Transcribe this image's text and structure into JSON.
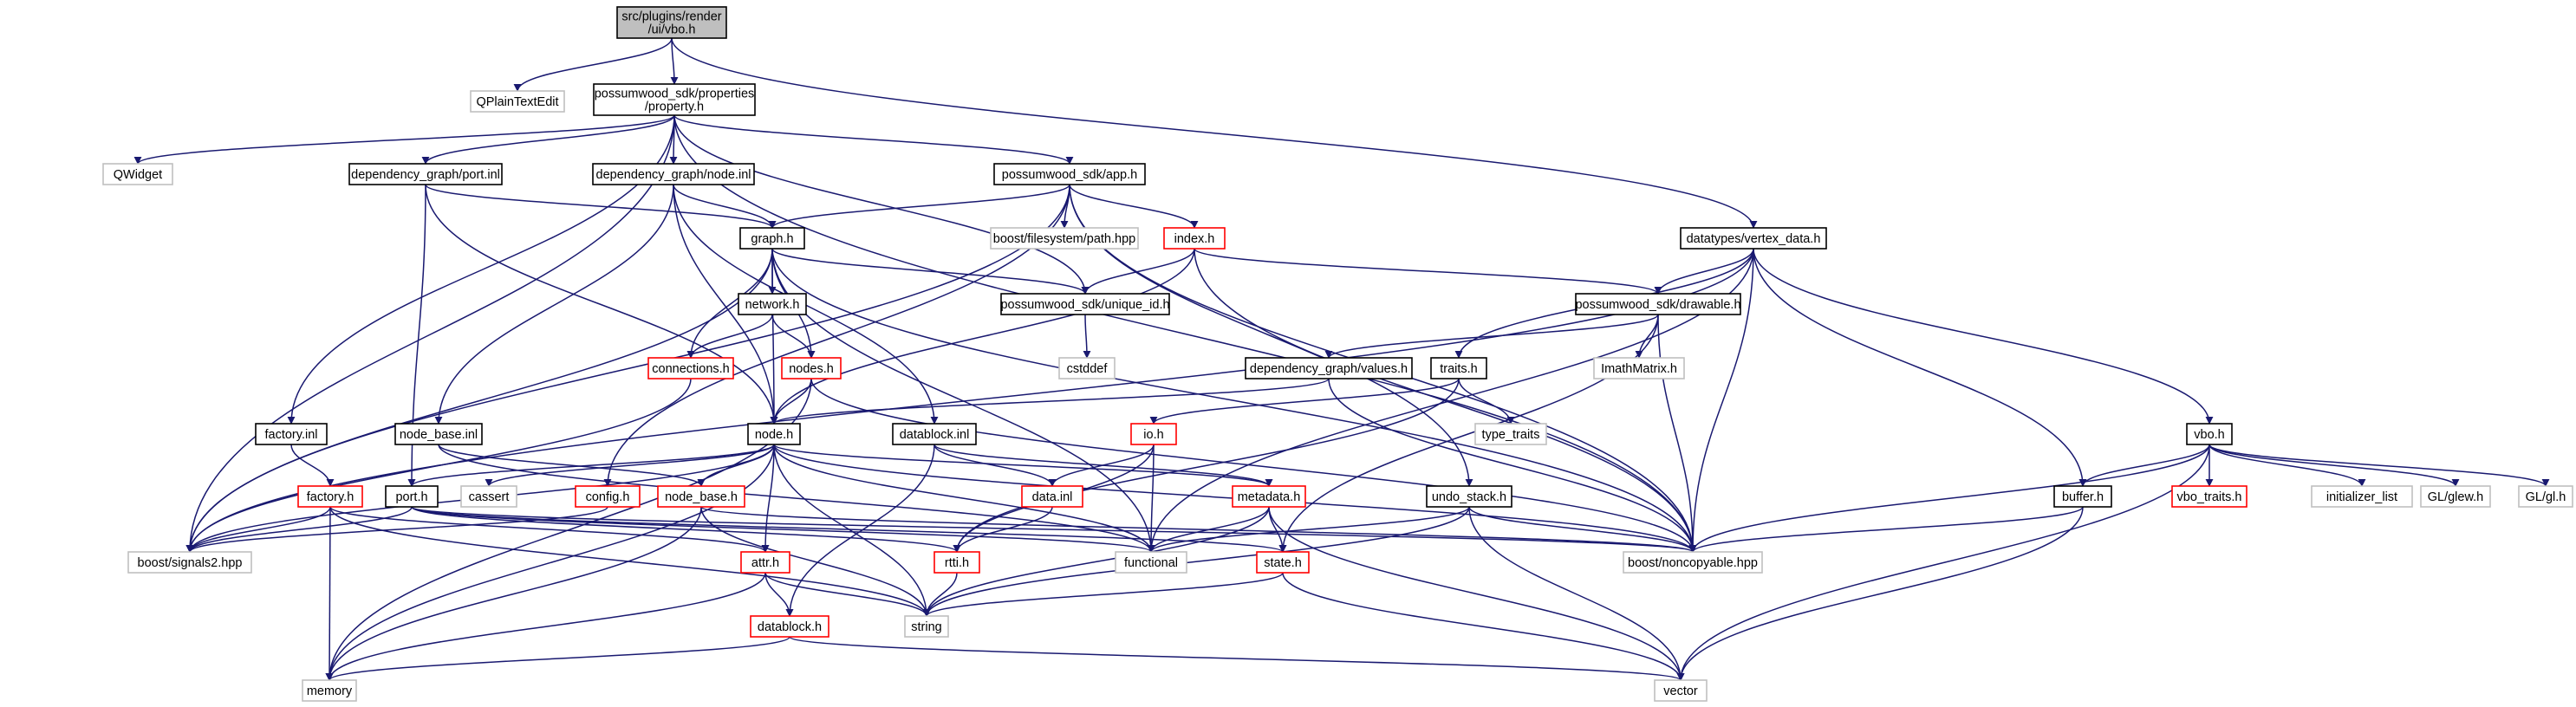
{
  "colors": {
    "normal_border": "#000000",
    "unresolved_border": "#bfbfbf",
    "incomplete_border": "#ff0000",
    "root_fill": "#bfbfbf",
    "edge": "#191970",
    "arrowhead": "#191970"
  },
  "nodes": [
    {
      "id": "root",
      "kind": "root",
      "lines": [
        "src/plugins/render",
        "/ui/vbo.h"
      ]
    },
    {
      "id": "qplaintextedit",
      "kind": "unresolved",
      "lines": [
        "QPlainTextEdit"
      ]
    },
    {
      "id": "property_h",
      "kind": "normal",
      "lines": [
        "possumwood_sdk/properties",
        "/property.h"
      ]
    },
    {
      "id": "qwidget",
      "kind": "unresolved",
      "lines": [
        "QWidget"
      ]
    },
    {
      "id": "port_inl",
      "kind": "normal",
      "lines": [
        "dependency_graph/port.inl"
      ]
    },
    {
      "id": "node_inl",
      "kind": "normal",
      "lines": [
        "dependency_graph/node.inl"
      ]
    },
    {
      "id": "app_h",
      "kind": "normal",
      "lines": [
        "possumwood_sdk/app.h"
      ]
    },
    {
      "id": "graph_h",
      "kind": "normal",
      "lines": [
        "graph.h"
      ]
    },
    {
      "id": "fs_path",
      "kind": "unresolved",
      "lines": [
        "boost/filesystem/path.hpp"
      ]
    },
    {
      "id": "index_h",
      "kind": "incomplete",
      "lines": [
        "index.h"
      ]
    },
    {
      "id": "vertex_data_h",
      "kind": "normal",
      "lines": [
        "datatypes/vertex_data.h"
      ]
    },
    {
      "id": "network_h",
      "kind": "normal",
      "lines": [
        "network.h"
      ]
    },
    {
      "id": "unique_id_h",
      "kind": "normal",
      "lines": [
        "possumwood_sdk/unique_id.h"
      ]
    },
    {
      "id": "drawable_h",
      "kind": "normal",
      "lines": [
        "possumwood_sdk/drawable.h"
      ]
    },
    {
      "id": "cstddef",
      "kind": "unresolved",
      "lines": [
        "cstddef"
      ]
    },
    {
      "id": "imath",
      "kind": "unresolved",
      "lines": [
        "ImathMatrix.h"
      ]
    },
    {
      "id": "connections_h",
      "kind": "incomplete",
      "lines": [
        "connections.h"
      ]
    },
    {
      "id": "nodes_h",
      "kind": "incomplete",
      "lines": [
        "nodes.h"
      ]
    },
    {
      "id": "values_h",
      "kind": "normal",
      "lines": [
        "dependency_graph/values.h"
      ]
    },
    {
      "id": "traits_h",
      "kind": "normal",
      "lines": [
        "traits.h"
      ]
    },
    {
      "id": "type_traits",
      "kind": "unresolved",
      "lines": [
        "type_traits"
      ]
    },
    {
      "id": "factory_inl",
      "kind": "normal",
      "lines": [
        "factory.inl"
      ]
    },
    {
      "id": "node_base_inl",
      "kind": "normal",
      "lines": [
        "node_base.inl"
      ]
    },
    {
      "id": "node_h",
      "kind": "normal",
      "lines": [
        "node.h"
      ]
    },
    {
      "id": "datablock_inl",
      "kind": "normal",
      "lines": [
        "datablock.inl"
      ]
    },
    {
      "id": "io_h",
      "kind": "incomplete",
      "lines": [
        "io.h"
      ]
    },
    {
      "id": "vbo_h",
      "kind": "normal",
      "lines": [
        "vbo.h"
      ]
    },
    {
      "id": "factory_h",
      "kind": "incomplete",
      "lines": [
        "factory.h"
      ]
    },
    {
      "id": "port_h",
      "kind": "normal",
      "lines": [
        "port.h"
      ]
    },
    {
      "id": "cassert",
      "kind": "unresolved",
      "lines": [
        "cassert"
      ]
    },
    {
      "id": "config_h",
      "kind": "incomplete",
      "lines": [
        "config.h"
      ]
    },
    {
      "id": "node_base_h",
      "kind": "incomplete",
      "lines": [
        "node_base.h"
      ]
    },
    {
      "id": "data_inl",
      "kind": "incomplete",
      "lines": [
        "data.inl"
      ]
    },
    {
      "id": "metadata_h",
      "kind": "incomplete",
      "lines": [
        "metadata.h"
      ]
    },
    {
      "id": "undo_stack_h",
      "kind": "normal",
      "lines": [
        "undo_stack.h"
      ]
    },
    {
      "id": "buffer_h",
      "kind": "normal",
      "lines": [
        "buffer.h"
      ]
    },
    {
      "id": "vbo_traits_h",
      "kind": "incomplete",
      "lines": [
        "vbo_traits.h"
      ]
    },
    {
      "id": "init_list",
      "kind": "unresolved",
      "lines": [
        "initializer_list"
      ]
    },
    {
      "id": "gl_glew",
      "kind": "unresolved",
      "lines": [
        "GL/glew.h"
      ]
    },
    {
      "id": "gl_gl",
      "kind": "unresolved",
      "lines": [
        "GL/gl.h"
      ]
    },
    {
      "id": "signals2",
      "kind": "unresolved",
      "lines": [
        "boost/signals2.hpp"
      ]
    },
    {
      "id": "functional",
      "kind": "unresolved",
      "lines": [
        "functional"
      ]
    },
    {
      "id": "noncopyable",
      "kind": "unresolved",
      "lines": [
        "boost/noncopyable.hpp"
      ]
    },
    {
      "id": "attr_h",
      "kind": "incomplete",
      "lines": [
        "attr.h"
      ]
    },
    {
      "id": "rtti_h",
      "kind": "incomplete",
      "lines": [
        "rtti.h"
      ]
    },
    {
      "id": "state_h",
      "kind": "incomplete",
      "lines": [
        "state.h"
      ]
    },
    {
      "id": "datablock_h",
      "kind": "incomplete",
      "lines": [
        "datablock.h"
      ]
    },
    {
      "id": "string",
      "kind": "unresolved",
      "lines": [
        "string"
      ]
    },
    {
      "id": "memory",
      "kind": "unresolved",
      "lines": [
        "memory"
      ]
    },
    {
      "id": "vector",
      "kind": "unresolved",
      "lines": [
        "vector"
      ]
    }
  ],
  "edges": [
    [
      "root",
      "qplaintextedit"
    ],
    [
      "root",
      "property_h"
    ],
    [
      "root",
      "vertex_data_h"
    ],
    [
      "property_h",
      "qwidget"
    ],
    [
      "property_h",
      "port_inl"
    ],
    [
      "property_h",
      "node_inl"
    ],
    [
      "property_h",
      "app_h"
    ],
    [
      "property_h",
      "factory_inl"
    ],
    [
      "property_h",
      "signals2"
    ],
    [
      "property_h",
      "unique_id_h"
    ],
    [
      "property_h",
      "noncopyable"
    ],
    [
      "port_inl",
      "graph_h"
    ],
    [
      "port_inl",
      "port_h"
    ],
    [
      "port_inl",
      "node_h"
    ],
    [
      "node_inl",
      "graph_h"
    ],
    [
      "node_inl",
      "node_base_inl"
    ],
    [
      "node_inl",
      "datablock_inl"
    ],
    [
      "node_inl",
      "node_h"
    ],
    [
      "app_h",
      "fs_path"
    ],
    [
      "app_h",
      "index_h"
    ],
    [
      "app_h",
      "graph_h"
    ],
    [
      "app_h",
      "config_h"
    ],
    [
      "app_h",
      "undo_stack_h"
    ],
    [
      "app_h",
      "signals2"
    ],
    [
      "app_h",
      "noncopyable"
    ],
    [
      "graph_h",
      "network_h"
    ],
    [
      "graph_h",
      "connections_h"
    ],
    [
      "graph_h",
      "nodes_h"
    ],
    [
      "graph_h",
      "node_h"
    ],
    [
      "graph_h",
      "signals2"
    ],
    [
      "graph_h",
      "unique_id_h"
    ],
    [
      "graph_h",
      "functional"
    ],
    [
      "graph_h",
      "noncopyable"
    ],
    [
      "index_h",
      "unique_id_h"
    ],
    [
      "index_h",
      "node_h"
    ],
    [
      "index_h",
      "drawable_h"
    ],
    [
      "index_h",
      "noncopyable"
    ],
    [
      "network_h",
      "connections_h"
    ],
    [
      "network_h",
      "nodes_h"
    ],
    [
      "unique_id_h",
      "cstddef"
    ],
    [
      "vertex_data_h",
      "drawable_h"
    ],
    [
      "vertex_data_h",
      "traits_h"
    ],
    [
      "vertex_data_h",
      "vbo_h"
    ],
    [
      "vertex_data_h",
      "buffer_h"
    ],
    [
      "vertex_data_h",
      "noncopyable"
    ],
    [
      "vertex_data_h",
      "functional"
    ],
    [
      "vertex_data_h",
      "signals2"
    ],
    [
      "drawable_h",
      "imath"
    ],
    [
      "drawable_h",
      "values_h"
    ],
    [
      "drawable_h",
      "noncopyable"
    ],
    [
      "drawable_h",
      "state_h"
    ],
    [
      "connections_h",
      "signals2"
    ],
    [
      "nodes_h",
      "node_h"
    ],
    [
      "nodes_h",
      "memory"
    ],
    [
      "nodes_h",
      "noncopyable"
    ],
    [
      "values_h",
      "node_h"
    ],
    [
      "values_h",
      "noncopyable"
    ],
    [
      "traits_h",
      "type_traits"
    ],
    [
      "traits_h",
      "io_h"
    ],
    [
      "traits_h",
      "rtti_h"
    ],
    [
      "factory_inl",
      "factory_h"
    ],
    [
      "node_base_inl",
      "node_base_h"
    ],
    [
      "node_base_inl",
      "functional"
    ],
    [
      "node_h",
      "node_base_h"
    ],
    [
      "node_h",
      "port_h"
    ],
    [
      "node_h",
      "attr_h"
    ],
    [
      "node_h",
      "cassert"
    ],
    [
      "node_h",
      "signals2"
    ],
    [
      "node_h",
      "memory"
    ],
    [
      "node_h",
      "functional"
    ],
    [
      "node_h",
      "noncopyable"
    ],
    [
      "node_h",
      "metadata_h"
    ],
    [
      "node_h",
      "string"
    ],
    [
      "datablock_inl",
      "data_inl"
    ],
    [
      "datablock_inl",
      "metadata_h"
    ],
    [
      "datablock_inl",
      "datablock_h"
    ],
    [
      "io_h",
      "data_inl"
    ],
    [
      "io_h",
      "functional"
    ],
    [
      "io_h",
      "rtti_h"
    ],
    [
      "vbo_h",
      "buffer_h"
    ],
    [
      "vbo_h",
      "vbo_traits_h"
    ],
    [
      "vbo_h",
      "init_list"
    ],
    [
      "vbo_h",
      "gl_glew"
    ],
    [
      "vbo_h",
      "gl_gl"
    ],
    [
      "vbo_h",
      "noncopyable"
    ],
    [
      "vbo_h",
      "vector"
    ],
    [
      "factory_h",
      "signals2"
    ],
    [
      "factory_h",
      "memory"
    ],
    [
      "factory_h",
      "string"
    ],
    [
      "factory_h",
      "attr_h"
    ],
    [
      "port_h",
      "signals2"
    ],
    [
      "port_h",
      "functional"
    ],
    [
      "port_h",
      "rtti_h"
    ],
    [
      "port_h",
      "state_h"
    ],
    [
      "port_h",
      "noncopyable"
    ],
    [
      "config_h",
      "signals2"
    ],
    [
      "node_base_h",
      "string"
    ],
    [
      "node_base_h",
      "memory"
    ],
    [
      "node_base_h",
      "noncopyable"
    ],
    [
      "data_inl",
      "rtti_h"
    ],
    [
      "metadata_h",
      "state_h"
    ],
    [
      "metadata_h",
      "functional"
    ],
    [
      "metadata_h",
      "string"
    ],
    [
      "metadata_h",
      "vector"
    ],
    [
      "undo_stack_h",
      "functional"
    ],
    [
      "undo_stack_h",
      "string"
    ],
    [
      "undo_stack_h",
      "vector"
    ],
    [
      "undo_stack_h",
      "noncopyable"
    ],
    [
      "buffer_h",
      "noncopyable"
    ],
    [
      "buffer_h",
      "vector"
    ],
    [
      "attr_h",
      "memory"
    ],
    [
      "attr_h",
      "string"
    ],
    [
      "attr_h",
      "datablock_h"
    ],
    [
      "rtti_h",
      "string"
    ],
    [
      "state_h",
      "string"
    ],
    [
      "state_h",
      "vector"
    ],
    [
      "datablock_h",
      "memory"
    ],
    [
      "datablock_h",
      "vector"
    ]
  ]
}
